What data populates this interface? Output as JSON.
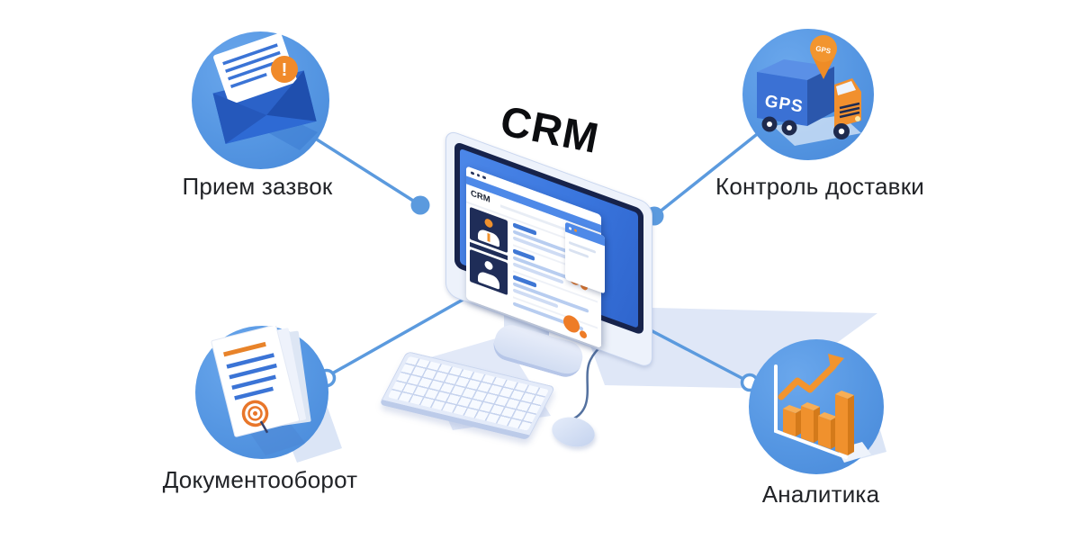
{
  "title": {
    "text": "CRM"
  },
  "features": [
    {
      "id": "requests",
      "label": "Прием зазвок",
      "icon": "envelope-icon",
      "badge_text": "!"
    },
    {
      "id": "delivery",
      "label": "Контроль доставки",
      "icon": "gps-truck-icon",
      "truck_text": "GPS",
      "pin_text": "GPS"
    },
    {
      "id": "documents",
      "label": "Документооборот",
      "icon": "documents-stamp-icon"
    },
    {
      "id": "analytics",
      "label": "Аналитика",
      "icon": "analytics-chart-icon"
    }
  ],
  "monitor": {
    "window_title": "CRM"
  },
  "colors": {
    "circle_blue": "#5596e2",
    "connector_blue": "#5b9ade",
    "dark_navy": "#17234b",
    "screen_blue": "#3a76de",
    "accent_orange": "#f08a2a",
    "platform_blue": "#dfe7f7",
    "text_dark": "#212327"
  }
}
